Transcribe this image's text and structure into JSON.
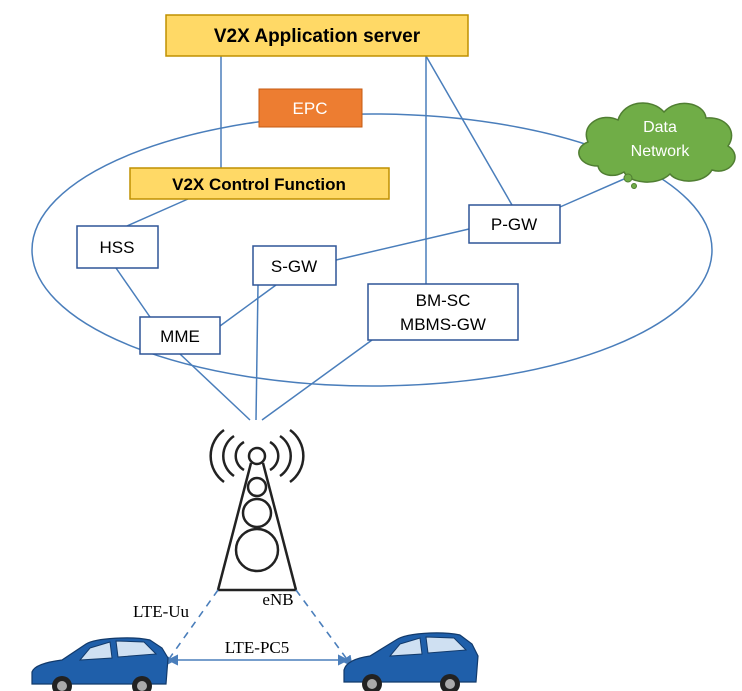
{
  "colors": {
    "line": "#4a7ebb",
    "box_border": "#2f5597",
    "yellow_fill": "#ffd966",
    "yellow_border": "#bf9000",
    "epc_fill": "#ed7d31",
    "cloud_fill": "#70ad47",
    "cloud_border": "#507e32",
    "car_body": "#1f5faa",
    "tower": "#222222"
  },
  "labels": {
    "v2x_app_server": "V2X Application server",
    "epc": "EPC",
    "v2x_control_function": "V2X Control Function",
    "data_network_line1": "Data",
    "data_network_line2": "Network",
    "hss": "HSS",
    "pgw": "P-GW",
    "sgw": "S-GW",
    "bmsc_line1": "BM-SC",
    "bmsc_line2": "MBMS-GW",
    "mme": "MME",
    "enb": "eNB",
    "lte_uu": "LTE-Uu",
    "lte_pc5": "LTE-PC5"
  },
  "icons": {
    "tower": "cell-tower-icon",
    "car": "car-icon",
    "cloud": "cloud-icon"
  }
}
